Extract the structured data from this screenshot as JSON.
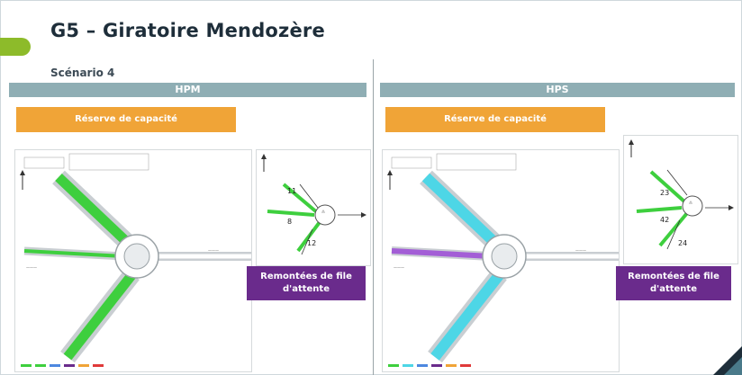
{
  "title": "G5 – Giratoire Mendozère",
  "scenario": "Scénario 4",
  "colors": {
    "accent_green": "#8dbb2a",
    "header_bar": "#8faeb4",
    "orange": "#f0a437",
    "purple": "#6a2b8c",
    "flow_green": "#3ecf3e",
    "flow_cyan": "#4dd6e6",
    "flow_purple": "#a35ed6"
  },
  "panels": {
    "hpm": {
      "header": "HPM",
      "reserve_label": "Réserve de capacité",
      "queue_label": "Remontées de file d'attente",
      "queue_values": [
        "11",
        "8",
        "12"
      ]
    },
    "hps": {
      "header": "HPS",
      "reserve_label": "Réserve de capacité",
      "queue_label": "Remontées de file d'attente",
      "queue_values": [
        "23",
        "42",
        "24"
      ]
    }
  }
}
